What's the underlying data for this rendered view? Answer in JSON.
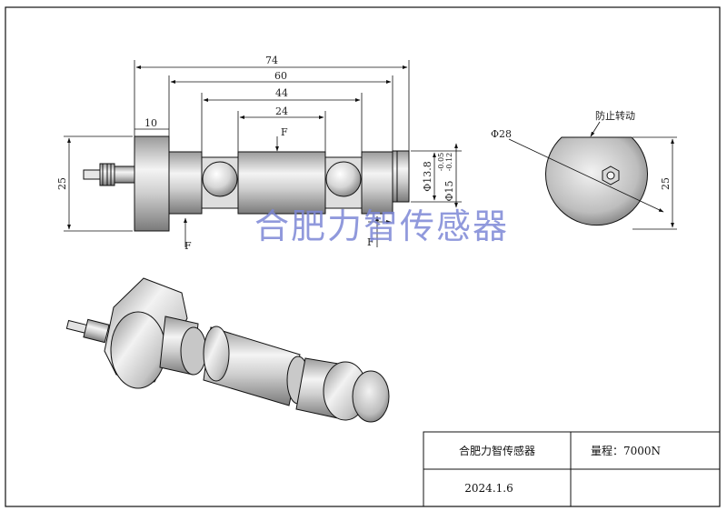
{
  "dimensions": {
    "overall_length": "74",
    "between_ends": "60",
    "pin_span": "44",
    "middle_span": "24",
    "head_width": "10",
    "height_left": "25",
    "dia_small": "Φ13.8",
    "dia_main": "Φ15",
    "tol_upper": "-0.05",
    "tol_lower": "-0.12",
    "end_dia": "Φ28",
    "end_height": "25"
  },
  "labels": {
    "force_top": "F",
    "force_left": "F",
    "force_right": "F",
    "anti_rotation": "防止转动"
  },
  "watermark": "合肥力智传感器",
  "title_block": {
    "company": "合肥力智传感器",
    "range_label": "量程：7000N",
    "date": "2024.1.6"
  }
}
